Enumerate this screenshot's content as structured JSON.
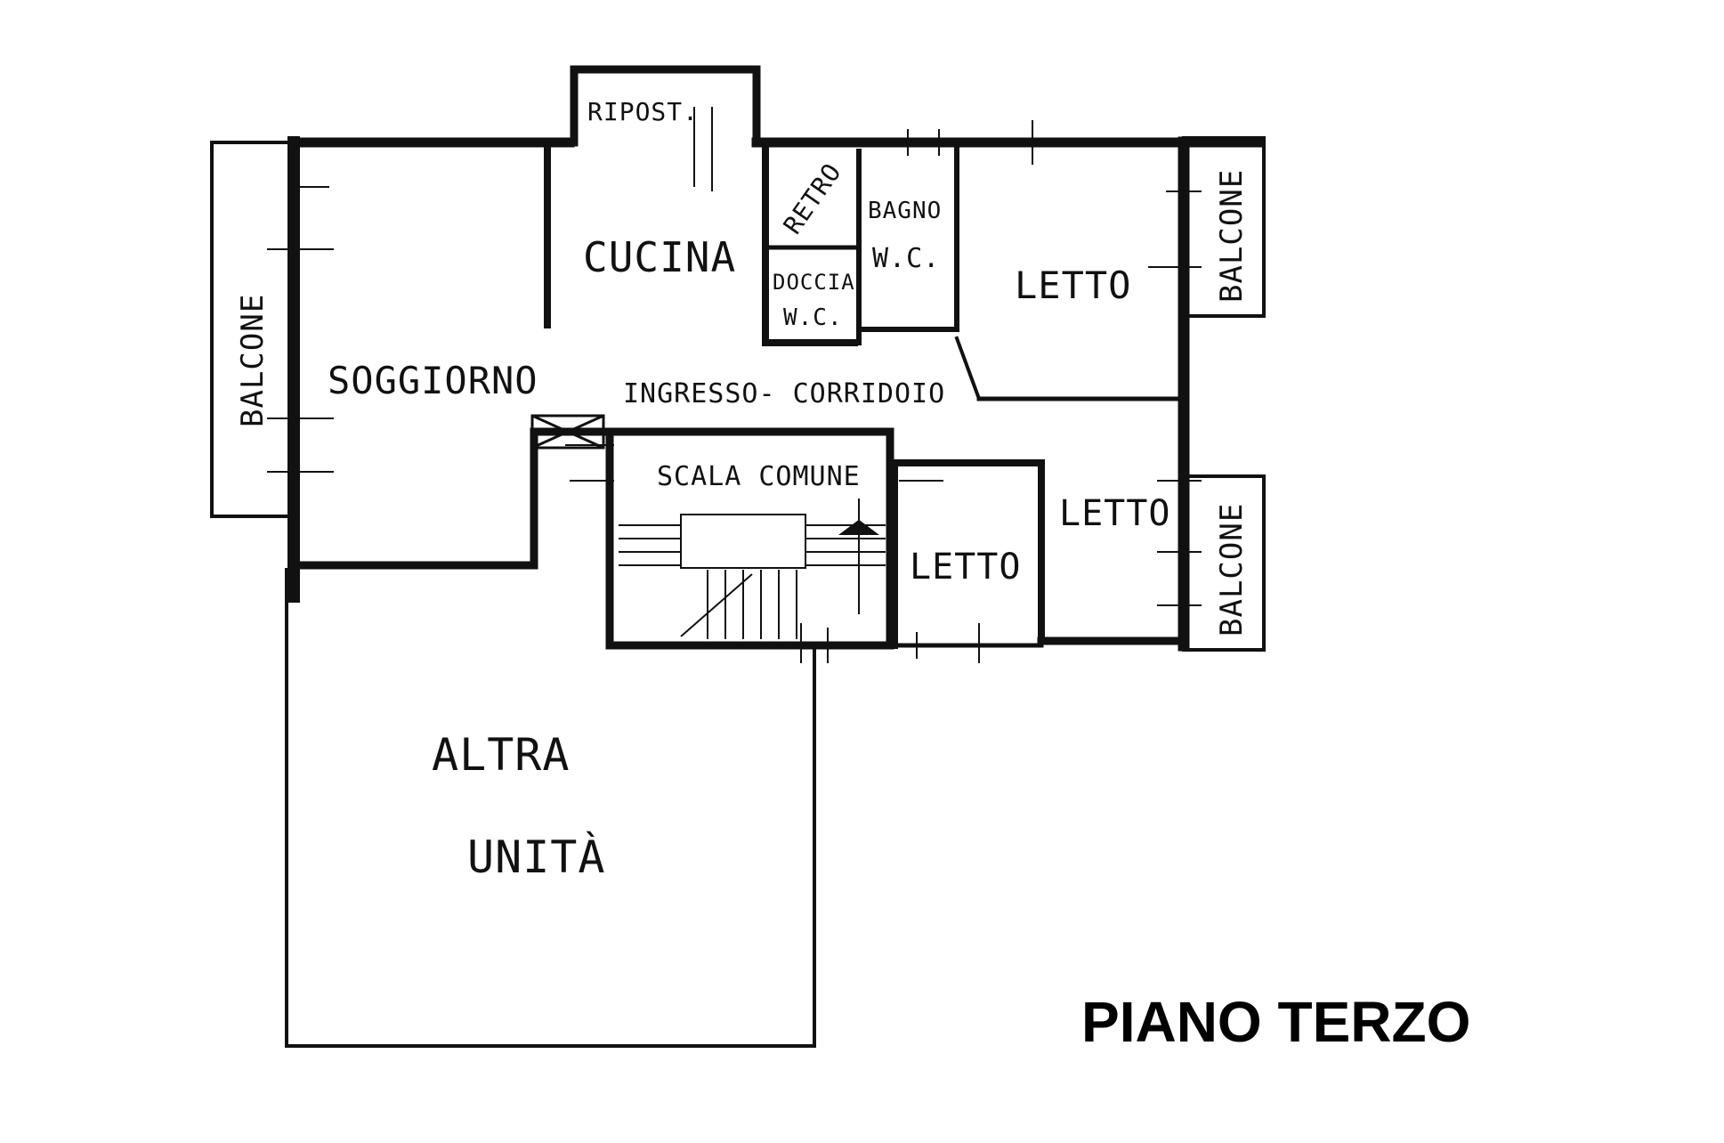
{
  "title": "PIANO TERZO",
  "rooms": {
    "ripostiglio": "RIPOST.",
    "cucina": "CUCINA",
    "retro": "RETRO",
    "bagno_line1": "BAGNO",
    "bagno_line2": "W.C.",
    "doccia_line1": "DOCCIA",
    "doccia_line2": "W.C.",
    "letto_ne": "LETTO",
    "balcone_ne": "BALCONE",
    "balcone_w": "BALCONE",
    "soggiorno": "SOGGIORNO",
    "ingresso": "INGRESSO- CORRIDOIO",
    "scala": "SCALA COMUNE",
    "letto_e": "LETTO",
    "balcone_se": "BALCONE",
    "letto_s": "LETTO",
    "altra_line1": "ALTRA",
    "altra_line2": "UNITÀ"
  },
  "colors": {
    "ink": "#111111",
    "background": "#ffffff"
  }
}
